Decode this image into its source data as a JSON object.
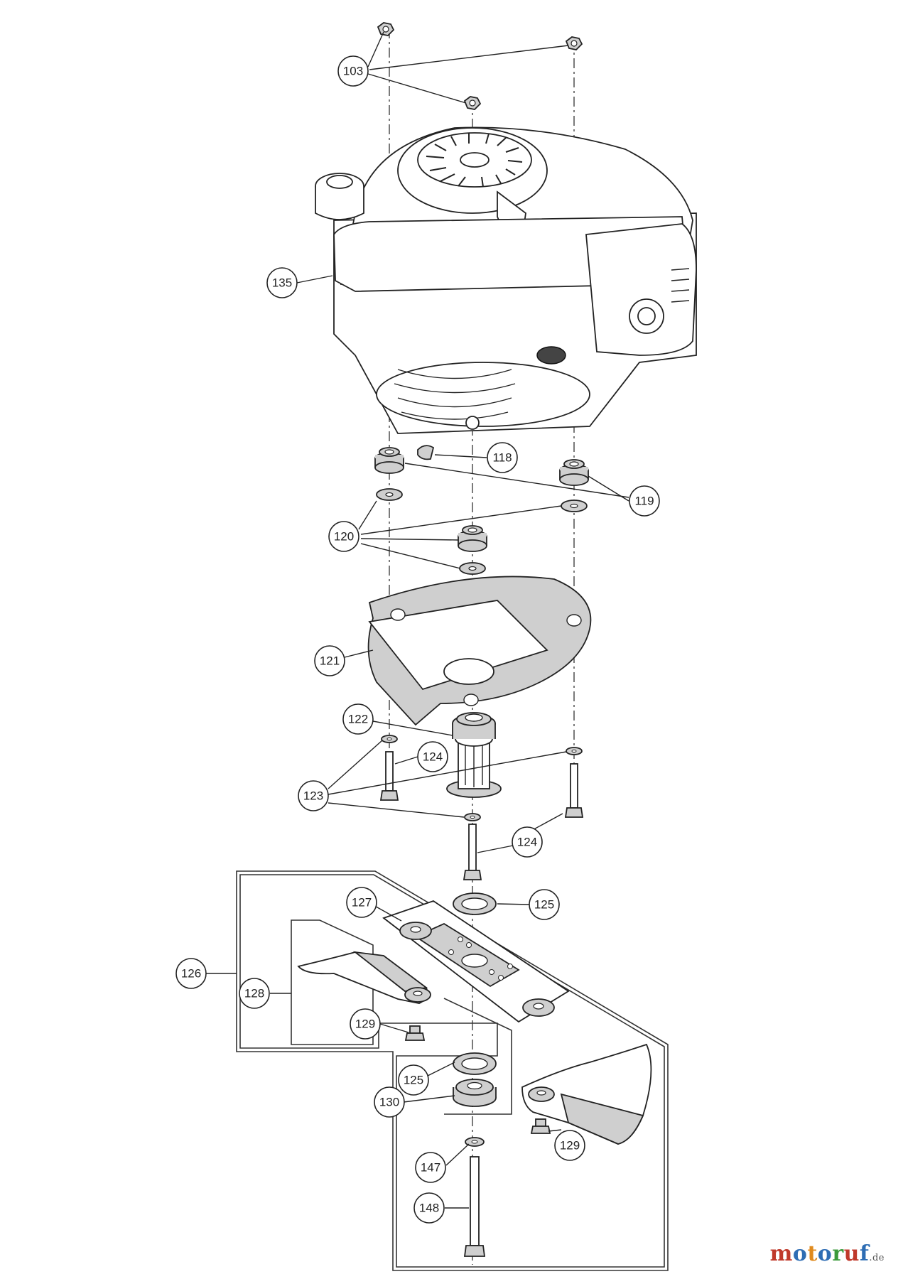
{
  "diagram": {
    "callouts": {
      "c103": "103",
      "c135": "135",
      "c118": "118",
      "c119": "119",
      "c120": "120",
      "c121": "121",
      "c122": "122",
      "c123": "123",
      "c124a": "124",
      "c124b": "124",
      "c125a": "125",
      "c125b": "125",
      "c126": "126",
      "c127": "127",
      "c128": "128",
      "c129a": "129",
      "c129b": "129",
      "c130": "130",
      "c147": "147",
      "c148": "148"
    }
  },
  "brand": {
    "letters": [
      "m",
      "o",
      "t",
      "o",
      "r",
      "u",
      "f"
    ],
    "letter_colors": [
      "#c0392b",
      "#2e6db4",
      "#e08a1e",
      "#2e6db4",
      "#3b9a3b",
      "#c0392b",
      "#2e6db4"
    ],
    "domain": ".de"
  }
}
